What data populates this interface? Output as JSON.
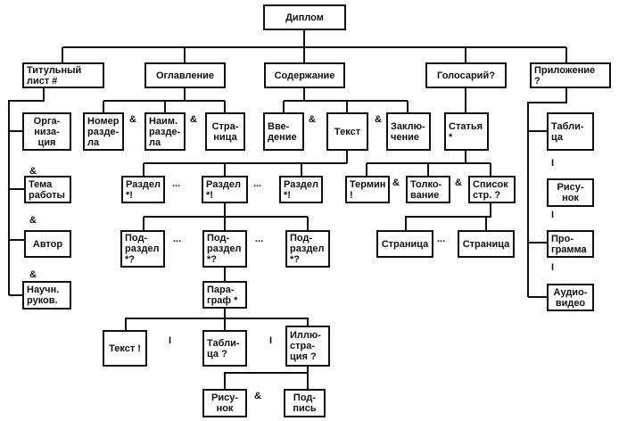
{
  "nodes": {
    "diplom": "Диплом",
    "title_page": "Титульный\nлист #",
    "toc": "Оглавление",
    "content": "Содержание",
    "glossary": "Голосарий?",
    "appendix": "Приложение\n?",
    "organization": "Орга-\nниза-\nция",
    "work_topic": "Тема\nработы",
    "author": "Автор",
    "supervisor": "Научн.\nруков.",
    "section_number": "Номер\nразде-\nла",
    "section_name": "Наим.\nразде-\nла",
    "page": "Стра-\nница",
    "intro": "Вве-\nдение",
    "text": "Текст",
    "conclusion": "Заклю-\nчение",
    "article": "Статья\n*",
    "app_table": "Табли-\nца",
    "app_figure": "Рису-\nнок",
    "app_program": "Про-\nграмма",
    "app_audiovideo": "Аудио-\nвидео",
    "section_1": "Раздел\n*!",
    "section_2": "Раздел\n*!",
    "section_3": "Раздел\n*!",
    "term": "Термин\n!",
    "interpretation": "Толко-\nвание",
    "page_list": "Список\nстр. ?",
    "gl_page_1": "Страница",
    "gl_page_2": "Страница",
    "subsection_1": "Под-\nраздел\n*?",
    "subsection_2": "Под-\nраздел\n*?",
    "subsection_3": "Под-\nраздел\n*?",
    "paragraph": "Пара-\nграф *",
    "p_text": "Текст !",
    "p_table": "Табли-\nца ?",
    "p_illustration": "Иллю-\nстра-\nция ?",
    "figure": "Рису-\nнок",
    "caption": "Под-\nпись"
  },
  "symbols": {
    "and": "&",
    "or": "I",
    "ellipsis": "..."
  }
}
